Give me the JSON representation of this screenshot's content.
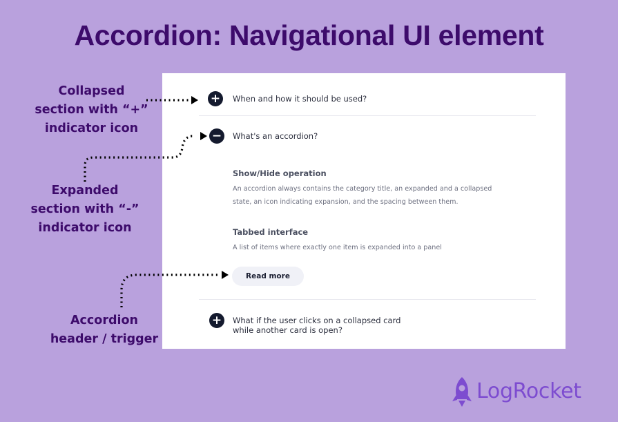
{
  "title": "Accordion: Navigational UI element",
  "callouts": {
    "collapsed": [
      "Collapsed",
      "section with “+”",
      "indicator icon"
    ],
    "expanded": [
      "Expanded",
      "section with “-”",
      "indicator icon"
    ],
    "header": [
      "Accordion",
      "header / trigger"
    ]
  },
  "accordion": {
    "item1": {
      "title": "When and how it should be used?",
      "icon": "+"
    },
    "item2": {
      "title": "What's an accordion?",
      "icon": "−",
      "sub1_title": "Show/Hide operation",
      "sub1_text": [
        "An accordion always contains the category title, an expanded and a collapsed",
        "state, an icon indicating expansion, and the spacing between them."
      ],
      "sub2_title": "Tabbed interface",
      "sub2_text": "A list of items where exactly one item is expanded into a panel",
      "button": "Read more"
    },
    "item3": {
      "title": [
        "What if the user clicks on a collapsed card",
        "while another card is open?"
      ],
      "icon": "+"
    }
  },
  "logo": {
    "text": "LogRocket",
    "icon": "rocket-icon"
  },
  "colors": {
    "background": "#b9a1dd",
    "title": "#3d0b6b",
    "icon_dark": "#141a2e",
    "logo": "#7d4cd0"
  }
}
